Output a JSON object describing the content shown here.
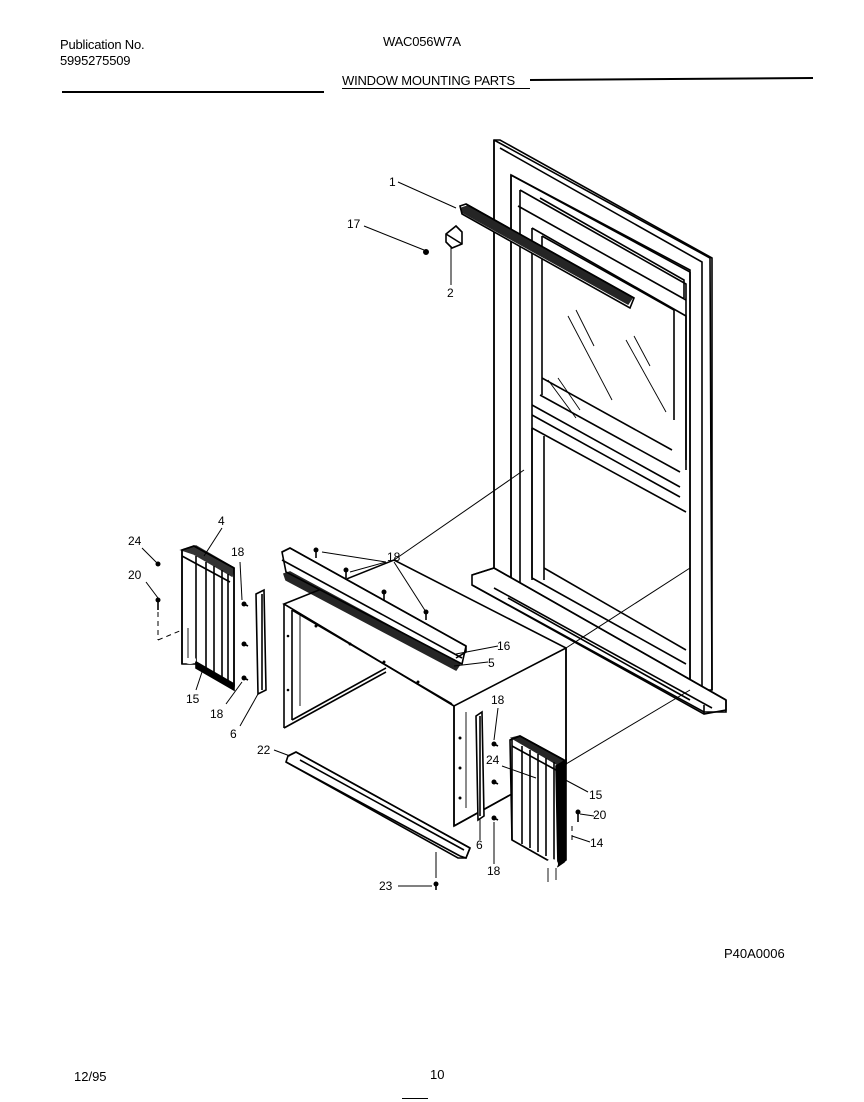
{
  "header": {
    "publication_label": "Publication No.",
    "publication_number": "5995275509",
    "model": "WAC056W7A",
    "section_title": "WINDOW MOUNTING PARTS"
  },
  "footer": {
    "date": "12/95",
    "page_number": "10",
    "figure_code": "P40A0006"
  },
  "callouts": {
    "c1": "1",
    "c17": "17",
    "c2": "2",
    "c4": "4",
    "c24a": "24",
    "c20a": "20",
    "c18a": "18",
    "c18b": "18",
    "c16": "16",
    "c5": "5",
    "c15a": "15",
    "c18c": "18",
    "c6a": "6",
    "c22": "22",
    "c18d": "18",
    "c24b": "24",
    "c15b": "15",
    "c20b": "20",
    "c14": "14",
    "c6b": "6",
    "c18e": "18",
    "c23": "23"
  }
}
